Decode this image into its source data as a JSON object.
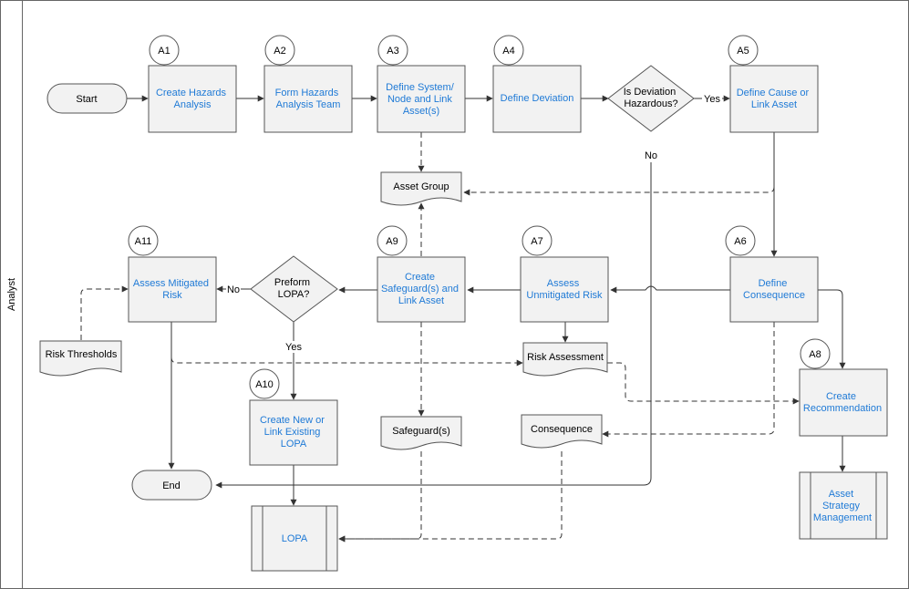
{
  "lane": {
    "label": "Analyst"
  },
  "steps": {
    "a1": {
      "id": "A1",
      "label": [
        "Create Hazards",
        "Analysis"
      ]
    },
    "a2": {
      "id": "A2",
      "label": [
        "Form Hazards",
        "Analysis Team"
      ]
    },
    "a3": {
      "id": "A3",
      "label": [
        "Define System/",
        "Node and Link",
        "Asset(s)"
      ]
    },
    "a4": {
      "id": "A4",
      "label": [
        "Define Deviation"
      ]
    },
    "a5": {
      "id": "A5",
      "label": [
        "Define Cause or",
        "Link Asset"
      ]
    },
    "a6": {
      "id": "A6",
      "label": [
        "Define",
        "Consequence"
      ]
    },
    "a7": {
      "id": "A7",
      "label": [
        "Assess",
        "Unmitigated Risk"
      ]
    },
    "a8": {
      "id": "A8",
      "label": [
        "Create",
        "Recommendation"
      ]
    },
    "a9": {
      "id": "A9",
      "label": [
        "Create",
        "Safeguard(s) and",
        "Link Asset"
      ]
    },
    "a10": {
      "id": "A10",
      "label": [
        "Create New or",
        "Link Existing",
        "LOPA"
      ]
    },
    "a11": {
      "id": "A11",
      "label": [
        "Assess Mitigated",
        "Risk"
      ]
    }
  },
  "terminals": {
    "start": {
      "label": "Start"
    },
    "end": {
      "label": "End"
    }
  },
  "decisions": {
    "deviation": {
      "label": [
        "Is Deviation",
        "Hazardous?"
      ],
      "yes": "Yes",
      "no": "No"
    },
    "lopa": {
      "label": [
        "Preform",
        "LOPA?"
      ],
      "yes": "Yes",
      "no": "No"
    }
  },
  "documents": {
    "asset_group": {
      "label": "Asset Group"
    },
    "risk_thresholds": {
      "label": "Risk Thresholds"
    },
    "risk_assessment": {
      "label": "Risk Assessment"
    },
    "safeguards": {
      "label": "Safeguard(s)"
    },
    "consequence": {
      "label": "Consequence"
    }
  },
  "subprocesses": {
    "lopa": {
      "label": [
        "LOPA"
      ]
    },
    "asset_strategy": {
      "label": [
        "Asset",
        "Strategy",
        "Management"
      ]
    }
  }
}
